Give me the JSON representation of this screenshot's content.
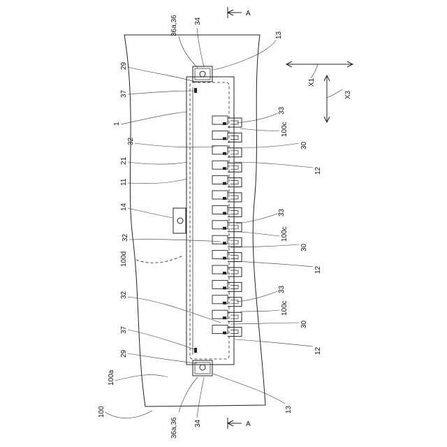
{
  "figure": {
    "section_marker": "A",
    "axes": {
      "x1": "X1",
      "x3": "X3"
    },
    "labels": {
      "l100": "100",
      "l100a": "100a",
      "l100d": "100d",
      "l1": "1",
      "l11": "11",
      "l21": "21",
      "l14": "14",
      "l13_top": "13",
      "l13_bottom": "13",
      "l29_top": "29",
      "l29_bottom": "29",
      "l37_top": "37",
      "l37_bottom": "37",
      "l34_top": "34",
      "l34_bottom": "34",
      "l36_top": "36a,36",
      "l36_bottom": "36a,36",
      "l32_a": "32",
      "l32_b": "32",
      "l32_c": "32",
      "l33_a": "33",
      "l33_b": "33",
      "l33_c": "33",
      "l100c_a": "100c",
      "l100c_b": "100c",
      "l100c_c": "100c",
      "l30_a": "30",
      "l30_b": "30",
      "l30_c": "30",
      "l12_a": "12",
      "l12_b": "12",
      "l12_c": "12"
    }
  }
}
